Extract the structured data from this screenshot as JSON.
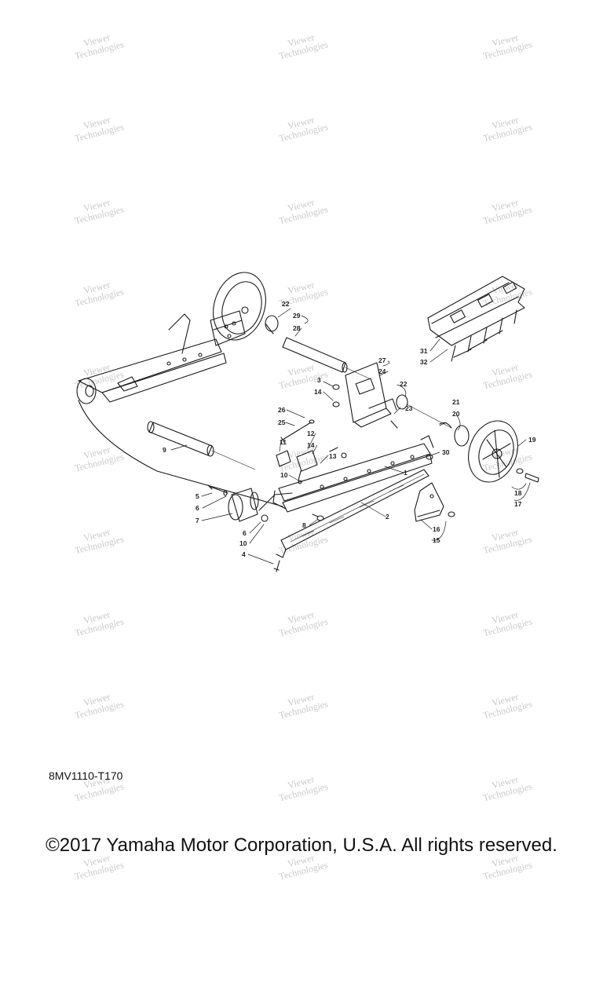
{
  "watermark": {
    "line1": "Viewer",
    "line2": "Technologies"
  },
  "diagram": {
    "drawing_code": "8MV1110-T170",
    "copyright": "©2017 Yamaha Motor Corporation, U.S.A. All rights reserved.",
    "callouts": [
      "22",
      "29",
      "28",
      "27",
      "24",
      "22",
      "3",
      "14",
      "21",
      "20",
      "19",
      "26",
      "25",
      "23",
      "12",
      "14",
      "13",
      "11",
      "9",
      "10",
      "30",
      "1",
      "18",
      "17",
      "5",
      "6",
      "7",
      "6",
      "10",
      "8",
      "2",
      "16",
      "15",
      "4",
      "31",
      "32"
    ]
  }
}
